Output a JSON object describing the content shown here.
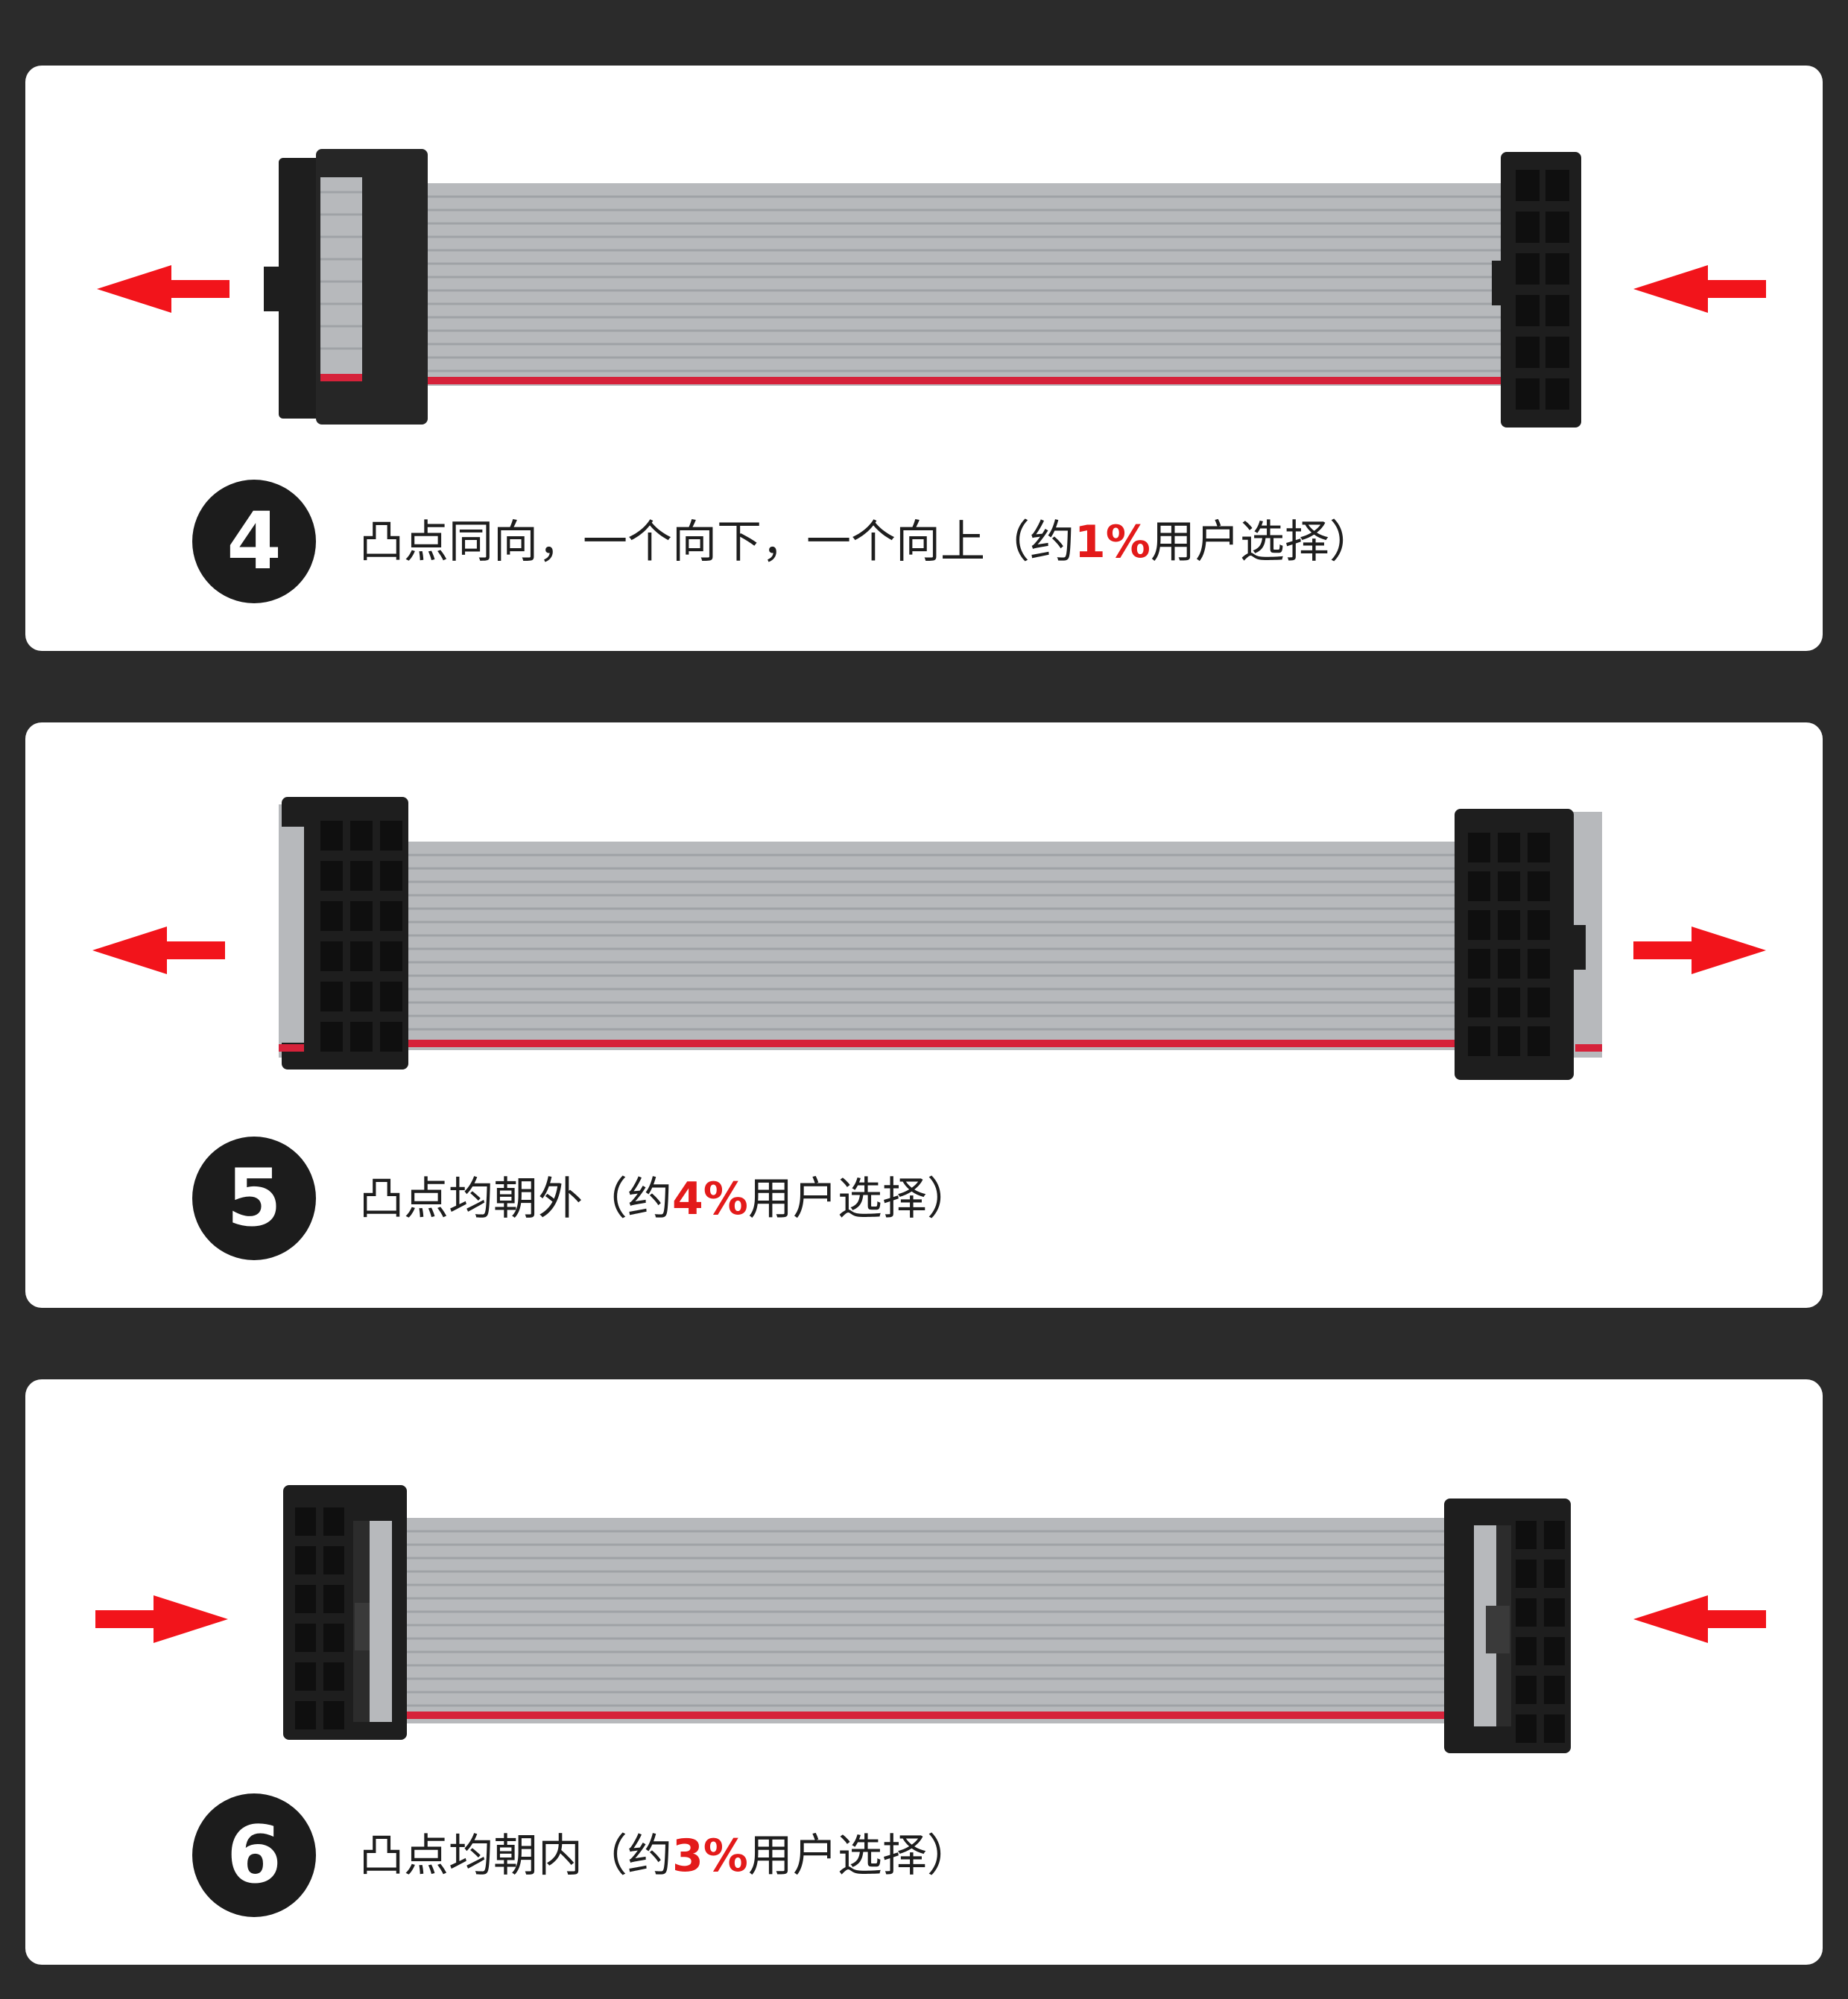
{
  "colors": {
    "background": "#2b2b2b",
    "panel": "#ffffff",
    "cable_gray": "#b7b9bc",
    "red_stripe": "#d6223a",
    "connector_black": "#1e1e1e",
    "arrow_red": "#f2141b",
    "percent_red": "#e31a1a"
  },
  "panels": [
    {
      "number": "4",
      "caption_pre": "凸点同向，一个向下，一个向上（约",
      "caption_pct": "1%",
      "caption_post": "用户选择）",
      "left_arrow": "arrow-left-icon",
      "right_arrow": "arrow-left-icon"
    },
    {
      "number": "5",
      "caption_pre": "凸点均朝外（约",
      "caption_pct": "4%",
      "caption_post": "用户选择）",
      "left_arrow": "arrow-left-icon",
      "right_arrow": "arrow-right-icon"
    },
    {
      "number": "6",
      "caption_pre": "凸点均朝内（约",
      "caption_pct": "3%",
      "caption_post": "用户选择）",
      "left_arrow": "arrow-right-icon",
      "right_arrow": "arrow-left-icon"
    }
  ]
}
